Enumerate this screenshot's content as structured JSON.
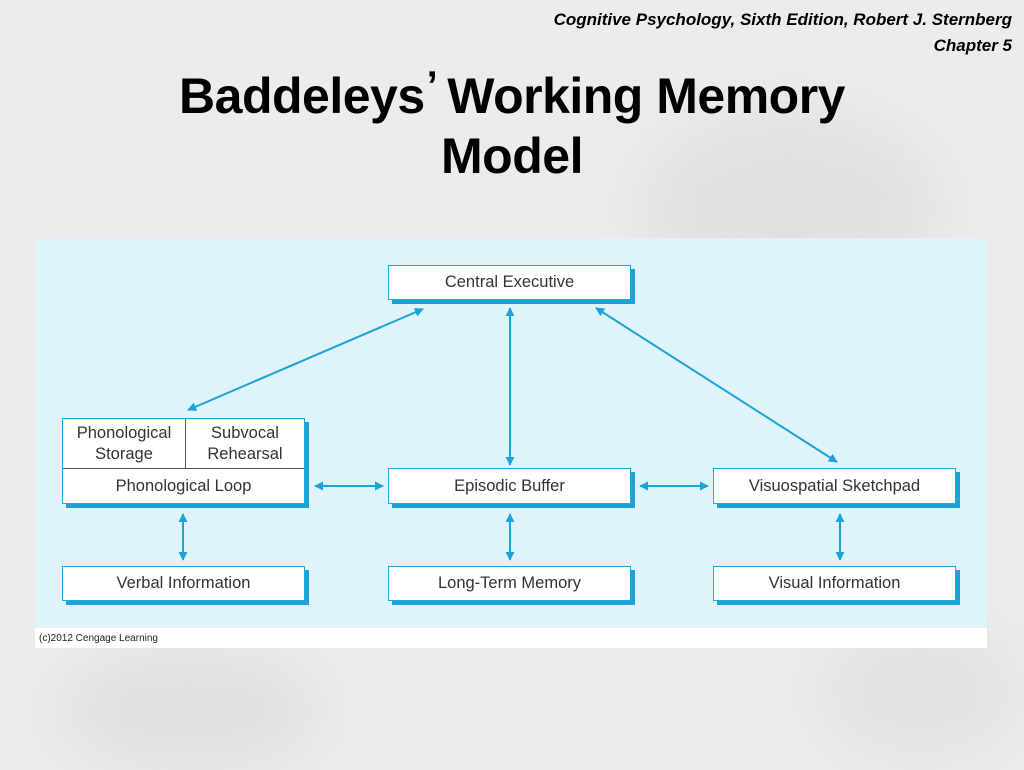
{
  "header": {
    "line1": "Cognitive Psychology, Sixth Edition, Robert J. Sternberg",
    "line2": "Chapter 5"
  },
  "title": {
    "line1_part1": "Baddeleys",
    "apostrophe": "’",
    "line1_part2": "Working Memory",
    "line2": "Model"
  },
  "diagram": {
    "central_executive": "Central Executive",
    "phonological_storage_1": "Phonological",
    "phonological_storage_2": "Storage",
    "subvocal_rehearsal_1": "Subvocal",
    "subvocal_rehearsal_2": "Rehearsal",
    "phonological_loop": "Phonological Loop",
    "episodic_buffer": "Episodic Buffer",
    "visuospatial_sketchpad": "Visuospatial Sketchpad",
    "verbal_information": "Verbal Information",
    "long_term_memory": "Long-Term Memory",
    "visual_information": "Visual Information",
    "credit": "(c)2012 Cengage Learning"
  },
  "colors": {
    "panel_bg": "#dff3fa",
    "accent": "#1aa3d6"
  }
}
